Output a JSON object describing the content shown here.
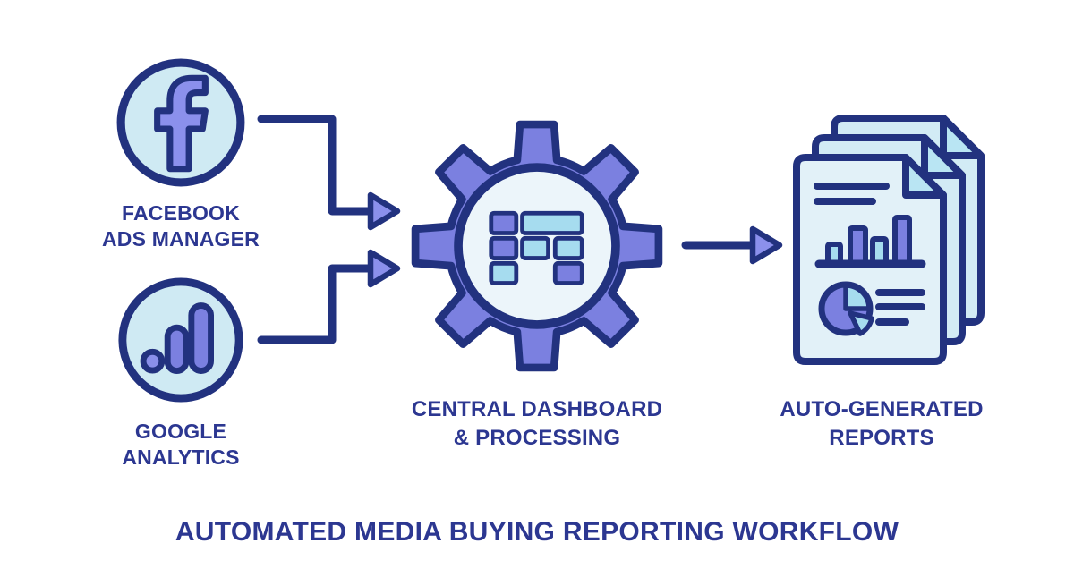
{
  "title": "AUTOMATED MEDIA BUYING REPORTING WORKFLOW",
  "nodes": {
    "facebook": {
      "line1": "FACEBOOK",
      "line2": "ADS MANAGER",
      "icon": "facebook-f-icon"
    },
    "google": {
      "line1": "GOOGLE",
      "line2": "ANALYTICS",
      "icon": "google-analytics-icon"
    },
    "dashboard": {
      "line1": "CENTRAL DASHBOARD",
      "line2": "& PROCESSING",
      "icon": "gear-dashboard-icon"
    },
    "reports": {
      "line1": "AUTO-GENERATED",
      "line2": "REPORTS",
      "icon": "stacked-reports-icon"
    }
  },
  "connections": [
    {
      "from": "facebook",
      "to": "dashboard",
      "style": "elbow-arrow"
    },
    {
      "from": "google",
      "to": "dashboard",
      "style": "elbow-arrow"
    },
    {
      "from": "dashboard",
      "to": "reports",
      "style": "straight-arrow"
    }
  ],
  "colors": {
    "navy": "#22327f",
    "text": "#2c3791",
    "purple": "#7b80e0",
    "purple-light": "#8b90ec",
    "circle-fill": "#cfeaf3",
    "gear-inner": "#ecf5fa",
    "cyan": "#a6dcef",
    "page-front": "#e2f1f8",
    "page-back": "#d2ebf5",
    "fold": "#b9e5f3",
    "dot": "#8a8fe9",
    "bg": "#ffffff"
  }
}
